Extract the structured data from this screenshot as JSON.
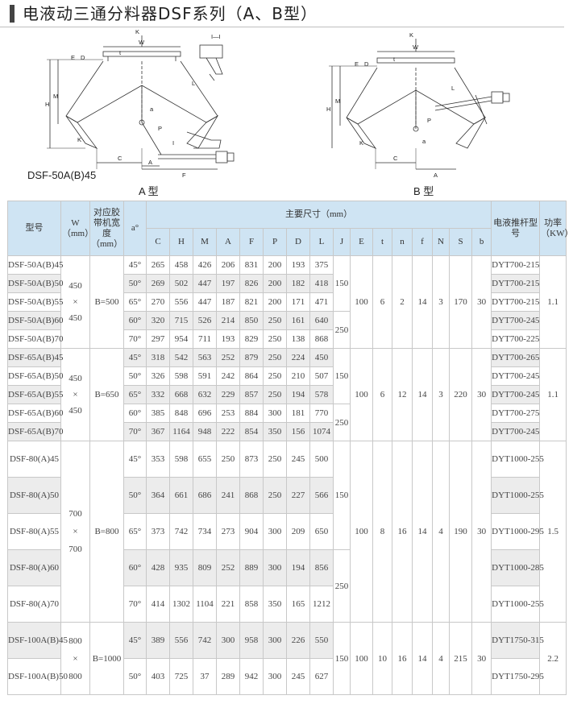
{
  "page": {
    "title": "电液动三通分料器DSF系列（A、B型）"
  },
  "drawings": {
    "model_caption": "DSF-50A(B)45",
    "caption_a": "A 型",
    "caption_b": "B 型",
    "dim_labels": {
      "K": "K",
      "W": "W",
      "t": "t",
      "E": "E",
      "D": "D",
      "I_I": "I—I",
      "H": "H",
      "M": "M",
      "L": "L",
      "C": "C",
      "A": "A",
      "F": "F",
      "P": "P",
      "a": "a",
      "I": "I"
    }
  },
  "table": {
    "headers": {
      "model": "型号",
      "w": "W（mm）",
      "belt_width": "对应胶带机宽度（mm）",
      "angle": "a°",
      "main_dims": "主要尺寸（mm）",
      "actuator": "电液推杆型号",
      "power": "功率（KW）",
      "cols": [
        "C",
        "H",
        "M",
        "A",
        "F",
        "P",
        "D",
        "L",
        "J",
        "E",
        "t",
        "n",
        "f",
        "N",
        "S",
        "b"
      ]
    },
    "groups": [
      {
        "w": [
          "450",
          "×",
          "450"
        ],
        "belt": "B=500",
        "J": [
          "150",
          "250"
        ],
        "E": "100",
        "t": "6",
        "n": "2",
        "f": "14",
        "N": "3",
        "S": "170",
        "b": "30",
        "power": "1.1",
        "rows": [
          {
            "model": "DSF-50A(B)45",
            "angle": "45°",
            "C": "265",
            "H": "458",
            "M": "426",
            "A": "206",
            "F": "831",
            "P": "200",
            "D": "193",
            "L": "375",
            "actuator": "DYT700-215"
          },
          {
            "model": "DSF-50A(B)50",
            "angle": "50°",
            "C": "269",
            "H": "502",
            "M": "447",
            "A": "197",
            "F": "826",
            "P": "200",
            "D": "182",
            "L": "418",
            "actuator": "DYT700-215"
          },
          {
            "model": "DSF-50A(B)55",
            "angle": "65°",
            "C": "270",
            "H": "556",
            "M": "447",
            "A": "187",
            "F": "821",
            "P": "200",
            "D": "171",
            "L": "471",
            "actuator": "DYT700-215"
          },
          {
            "model": "DSF-50A(B)60",
            "angle": "60°",
            "C": "320",
            "H": "715",
            "M": "526",
            "A": "214",
            "F": "850",
            "P": "250",
            "D": "161",
            "L": "640",
            "actuator": "DYT700-245"
          },
          {
            "model": "DSF-50A(B)70",
            "angle": "70°",
            "C": "297",
            "H": "954",
            "M": "711",
            "A": "193",
            "F": "829",
            "P": "250",
            "D": "138",
            "L": "868",
            "actuator": "DYT700-225"
          }
        ]
      },
      {
        "w": [
          "450",
          "×",
          "450"
        ],
        "belt": "B=650",
        "J": [
          "150",
          "250"
        ],
        "E": "100",
        "t": "6",
        "n": "12",
        "f": "14",
        "N": "3",
        "S": "220",
        "b": "30",
        "power": "1.1",
        "rows": [
          {
            "model": "DSF-65A(B)45",
            "angle": "45°",
            "C": "318",
            "H": "542",
            "M": "563",
            "A": "252",
            "F": "879",
            "P": "250",
            "D": "224",
            "L": "450",
            "actuator": "DYT700-265"
          },
          {
            "model": "DSF-65A(B)50",
            "angle": "50°",
            "C": "326",
            "H": "598",
            "M": "591",
            "A": "242",
            "F": "864",
            "P": "250",
            "D": "210",
            "L": "507",
            "actuator": "DYT700-245"
          },
          {
            "model": "DSF-65A(B)55",
            "angle": "65°",
            "C": "332",
            "H": "668",
            "M": "632",
            "A": "229",
            "F": "857",
            "P": "250",
            "D": "194",
            "L": "578",
            "actuator": "DYT700-245"
          },
          {
            "model": "DSF-65A(B)60",
            "angle": "60°",
            "C": "385",
            "H": "848",
            "M": "696",
            "A": "253",
            "F": "884",
            "P": "300",
            "D": "181",
            "L": "770",
            "actuator": "DYT700-275"
          },
          {
            "model": "DSF-65A(B)70",
            "angle": "70°",
            "C": "367",
            "H": "1164",
            "M": "948",
            "A": "222",
            "F": "854",
            "P": "350",
            "D": "156",
            "L": "1074",
            "actuator": "DYT700-245"
          }
        ]
      },
      {
        "w": [
          "700",
          "×",
          "700"
        ],
        "belt": "B=800",
        "J": [
          "150",
          "250"
        ],
        "E": "100",
        "t": "8",
        "n": "16",
        "f": "14",
        "N": "4",
        "S": "190",
        "b": "30",
        "power": "1.5",
        "rows": [
          {
            "model": "DSF-80(A)45",
            "angle": "45°",
            "C": "353",
            "H": "598",
            "M": "655",
            "A": "250",
            "F": "873",
            "P": "250",
            "D": "245",
            "L": "500",
            "actuator": "DYT1000-255"
          },
          {
            "model": "DSF-80(A)50",
            "angle": "50°",
            "C": "364",
            "H": "661",
            "M": "686",
            "A": "241",
            "F": "868",
            "P": "250",
            "D": "227",
            "L": "566",
            "actuator": "DYT1000-255"
          },
          {
            "model": "DSF-80(A)55",
            "angle": "65°",
            "C": "373",
            "H": "742",
            "M": "734",
            "A": "273",
            "F": "904",
            "P": "300",
            "D": "209",
            "L": "650",
            "actuator": "DYT1000-295"
          },
          {
            "model": "DSF-80(A)60",
            "angle": "60°",
            "C": "428",
            "H": "935",
            "M": "809",
            "A": "252",
            "F": "889",
            "P": "300",
            "D": "194",
            "L": "856",
            "actuator": "DYT1000-285"
          },
          {
            "model": "DSF-80(A)70",
            "angle": "70°",
            "C": "414",
            "H": "1302",
            "M": "1104",
            "A": "221",
            "F": "858",
            "P": "350",
            "D": "165",
            "L": "1212",
            "actuator": "DYT1000-255"
          }
        ]
      },
      {
        "w": [
          "800",
          "×",
          "800"
        ],
        "belt": "B=1000",
        "J": [
          "150"
        ],
        "E": "100",
        "t": "10",
        "n": "16",
        "f": "14",
        "N": "4",
        "S": "215",
        "b": "30",
        "power": "2.2",
        "rows": [
          {
            "model": "DSF-100A(B)45",
            "angle": "45°",
            "C": "389",
            "H": "556",
            "M": "742",
            "A": "300",
            "F": "958",
            "P": "300",
            "D": "226",
            "L": "550",
            "actuator": "DYT1750-315"
          },
          {
            "model": "DSF-100A(B)50",
            "angle": "50°",
            "C": "403",
            "H": "725",
            "M": "37",
            "A": "289",
            "F": "942",
            "P": "300",
            "D": "245",
            "L": "627",
            "actuator": "DYT1750-295"
          }
        ]
      }
    ]
  }
}
